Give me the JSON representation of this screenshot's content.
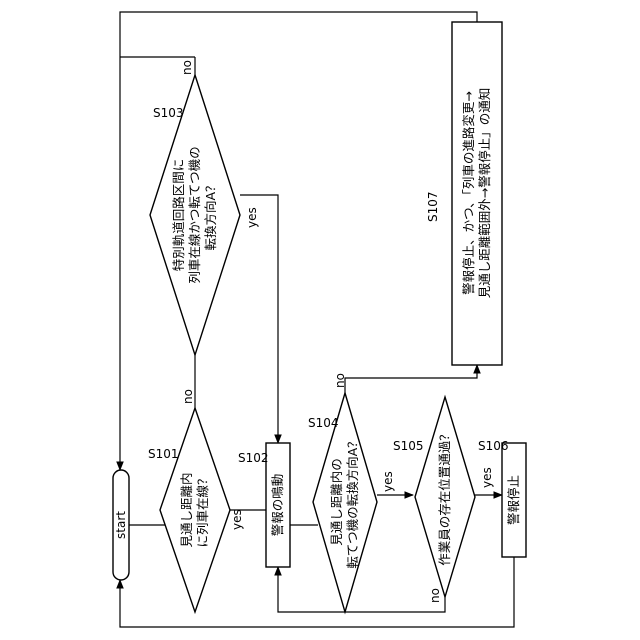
{
  "flowchart": {
    "start": "start",
    "s101": {
      "id": "S101",
      "lines": [
        "見通し距離内",
        "に列車在線？"
      ]
    },
    "s102": {
      "id": "S102",
      "lines": [
        "警報の鳴動"
      ]
    },
    "s103": {
      "id": "S103",
      "lines": [
        "特別軌道回路区間に",
        "列車在線かつ転てつ機の",
        "転換方向A？"
      ]
    },
    "s104": {
      "id": "S104",
      "lines": [
        "見通し距離内の",
        "転てつ機の転換方向A？"
      ]
    },
    "s105": {
      "id": "S105",
      "lines": [
        "作業員の存在位置通過？"
      ]
    },
    "s106": {
      "id": "S106",
      "lines": [
        "警報停止"
      ]
    },
    "s107": {
      "id": "S107",
      "lines": [
        "警報停止、かつ、「列車の進路変更→",
        "見通し距離範囲外→警報停止」の通知"
      ]
    },
    "labels": {
      "yes": "yes",
      "no": "no"
    }
  }
}
